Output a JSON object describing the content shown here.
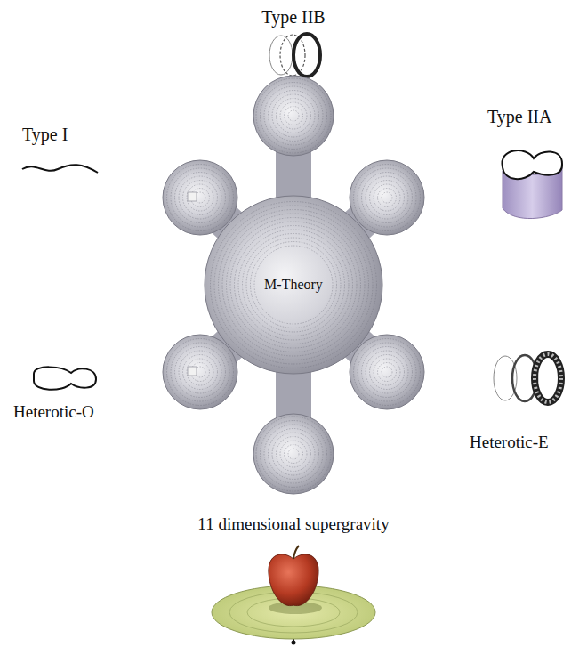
{
  "diagram": {
    "nodes": [
      {
        "text": [
          "M-Theory"
        ]
      }
    ],
    "labels": [
      "Type IIB",
      "Type I",
      "Type IIA",
      "Heterotic-O",
      "Heterotic-E",
      "11 dimensional supergravity"
    ]
  }
}
